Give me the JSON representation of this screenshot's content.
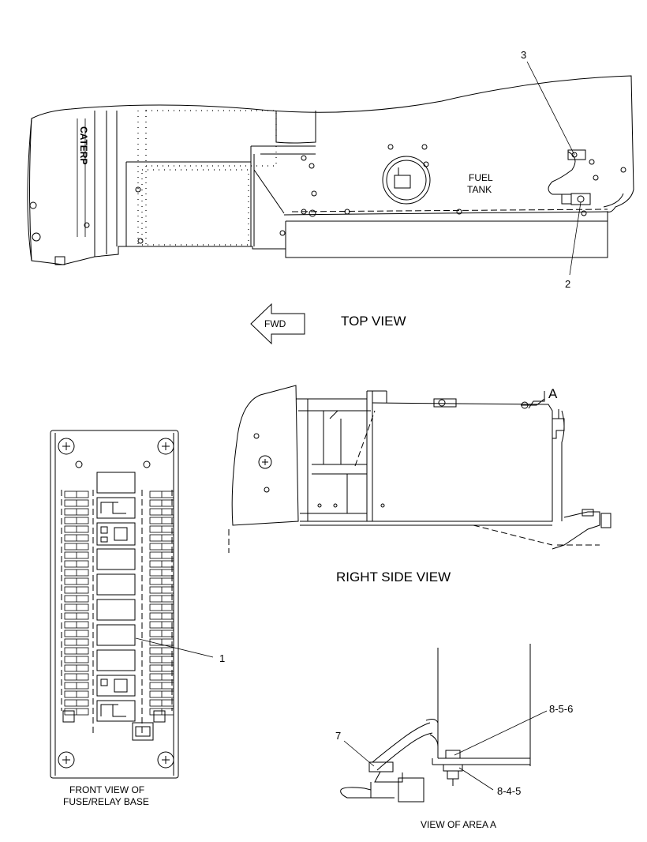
{
  "views": {
    "top_view": "TOP VIEW",
    "right_side_view": "RIGHT SIDE VIEW",
    "front_view_line1": "FRONT VIEW OF",
    "front_view_line2": "FUSE/RELAY BASE",
    "view_of_area": "VIEW OF AREA  A"
  },
  "labels": {
    "fuel_line1": "FUEL",
    "fuel_line2": "TANK",
    "fwd": "FWD",
    "area_marker": "A",
    "brand_mark": "CATERP"
  },
  "callouts": {
    "c1": "1",
    "c2": "2",
    "c3": "3",
    "c7": "7",
    "c856": "8-5-6",
    "c845": "8-4-5"
  }
}
